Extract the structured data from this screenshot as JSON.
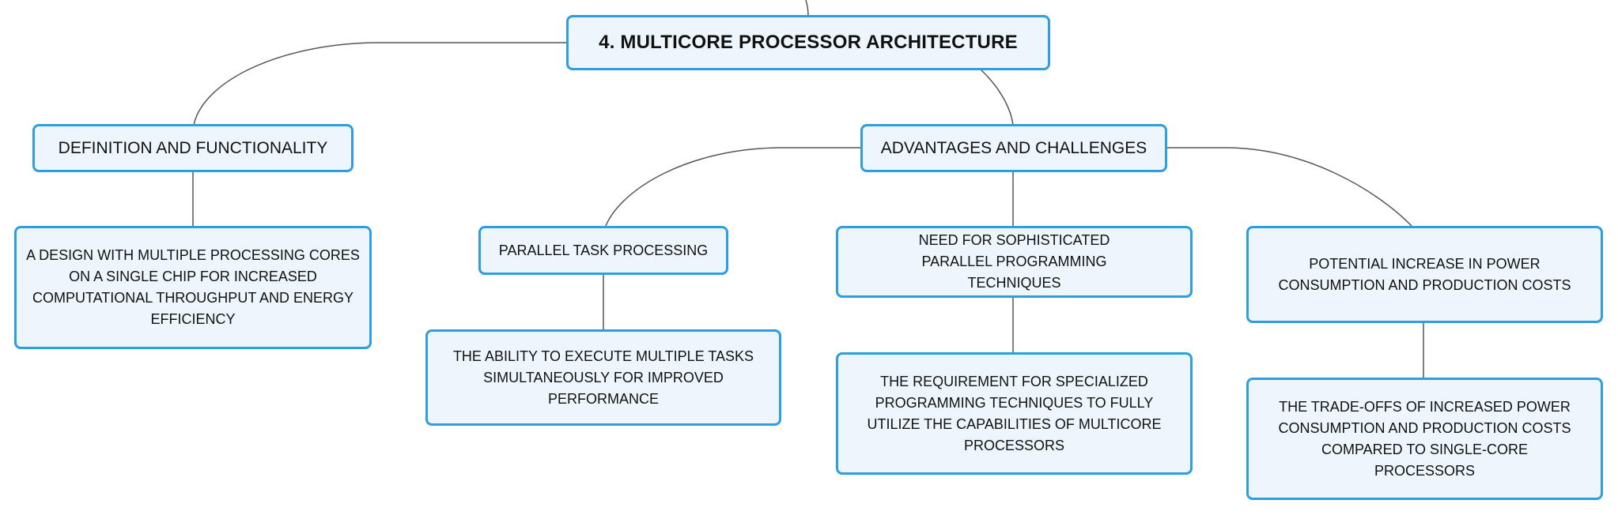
{
  "root": {
    "label": "4. MULTICORE PROCESSOR ARCHITECTURE"
  },
  "definition": {
    "label": "DEFINITION AND FUNCTIONALITY",
    "detail": "A DESIGN WITH MULTIPLE PROCESSING CORES ON A SINGLE CHIP FOR INCREASED COMPUTATIONAL THROUGHPUT AND ENERGY EFFICIENCY"
  },
  "advantages": {
    "label": "ADVANTAGES AND CHALLENGES",
    "children": [
      {
        "label": "PARALLEL TASK PROCESSING",
        "detail": "THE ABILITY TO EXECUTE MULTIPLE TASKS SIMULTANEOUSLY FOR IMPROVED PERFORMANCE"
      },
      {
        "label": "NEED FOR SOPHISTICATED PARALLEL PROGRAMMING TECHNIQUES",
        "detail": "THE REQUIREMENT FOR SPECIALIZED PROGRAMMING TECHNIQUES TO FULLY UTILIZE THE CAPABILITIES OF MULTICORE PROCESSORS"
      },
      {
        "label": "POTENTIAL INCREASE IN POWER CONSUMPTION AND PRODUCTION COSTS",
        "detail": "THE TRADE-OFFS OF INCREASED POWER CONSUMPTION AND PRODUCTION COSTS COMPARED TO SINGLE-CORE PROCESSORS"
      }
    ]
  },
  "colors": {
    "border": "#2f9ee0",
    "fill": "#eef6fd",
    "line": "#555555"
  }
}
